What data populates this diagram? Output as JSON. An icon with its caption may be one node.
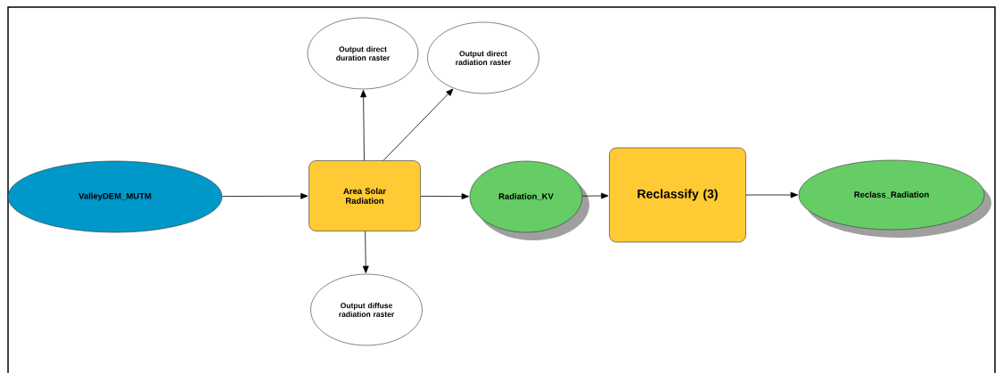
{
  "diagram": {
    "nodes": [
      {
        "text": [
          "ValleyDEM_MUTM"
        ]
      },
      {
        "text": [
          "Area Solar Radiation"
        ]
      },
      {
        "text": [
          "Output direct duration raster"
        ]
      },
      {
        "text": [
          "Output direct radiation raster"
        ]
      },
      {
        "text": [
          "Output diffuse radiation raster"
        ]
      },
      {
        "text": [
          "Radiation_KV"
        ]
      },
      {
        "text": [
          "Reclassify (3)"
        ]
      },
      {
        "text": [
          "Reclass_Radiation"
        ]
      }
    ],
    "edges": [
      {
        "from": 0,
        "to": 1,
        "arrow": "to"
      },
      {
        "from": 1,
        "to": 2,
        "arrow": "to"
      },
      {
        "from": 1,
        "to": 3,
        "arrow": "to"
      },
      {
        "from": 1,
        "to": 4,
        "arrow": "to"
      },
      {
        "from": 1,
        "to": 5,
        "arrow": "to"
      },
      {
        "from": 5,
        "to": 6,
        "arrow": "to"
      },
      {
        "from": 6,
        "to": 7,
        "arrow": "to"
      }
    ]
  }
}
